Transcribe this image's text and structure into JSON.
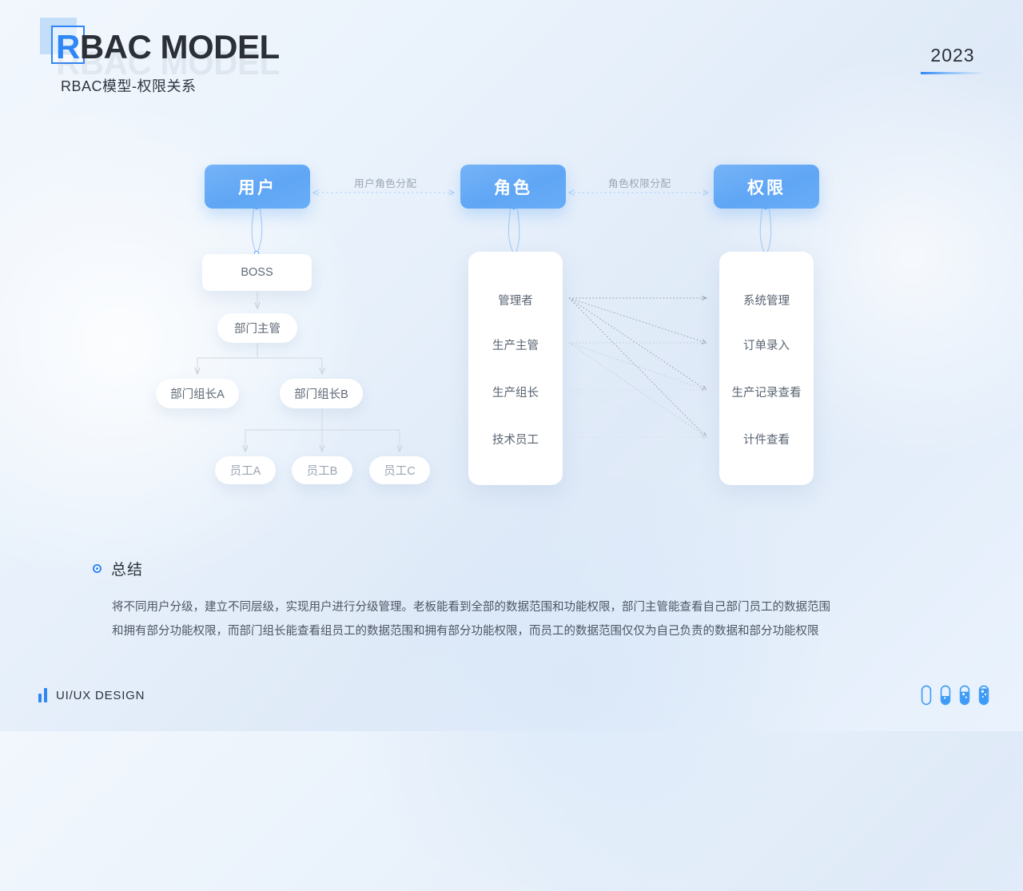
{
  "header": {
    "logo_letter": "R",
    "logo_rest": "BAC MODEL",
    "logo_ghost": "RBAC MODEL",
    "subtitle": "RBAC模型-权限关系",
    "year": "2023"
  },
  "diagram": {
    "top_boxes": [
      {
        "id": "user",
        "label": "用户"
      },
      {
        "id": "role",
        "label": "角色"
      },
      {
        "id": "perm",
        "label": "权限"
      }
    ],
    "link_labels": [
      {
        "id": "user-role",
        "label": "用户角色分配"
      },
      {
        "id": "role-perm",
        "label": "角色权限分配"
      }
    ],
    "user_tree": {
      "boss": "BOSS",
      "manager": "部门主管",
      "leader_a": "部门组长A",
      "leader_b": "部门组长B",
      "employee_a": "员工A",
      "employee_b": "员工B",
      "employee_c": "员工C"
    },
    "roles": [
      "管理者",
      "生产主管",
      "生产组长",
      "技术员工"
    ],
    "permissions": [
      "系统管理",
      "订单录入",
      "生产记录查看",
      "计件查看"
    ],
    "role_permission_map": [
      {
        "role": "管理者",
        "permissions": [
          "系统管理",
          "订单录入",
          "生产记录查看",
          "计件查看"
        ]
      },
      {
        "role": "生产主管",
        "permissions": [
          "订单录入",
          "生产记录查看",
          "计件查看"
        ]
      },
      {
        "role": "生产组长",
        "permissions": [
          "生产记录查看",
          "计件查看"
        ]
      },
      {
        "role": "技术员工",
        "permissions": [
          "计件查看"
        ]
      }
    ]
  },
  "summary": {
    "title": "总结",
    "line1": "将不同用户分级，建立不同层级，实现用户进行分级管理。老板能看到全部的数据范围和功能权限，部门主管能查看自己部门员工的数据范围",
    "line2": "和拥有部分功能权限，而部门组长能查看组员工的数据范围和拥有部分功能权限，而员工的数据范围仅仅为自己负责的数据和部分功能权限"
  },
  "footer": {
    "label": "UI/UX DESIGN",
    "tube_fill_levels": [
      0,
      40,
      66,
      90
    ]
  },
  "colors": {
    "accent": "#2f86f6",
    "box_blue": "#5fa6f5",
    "background": "#e8f1fb",
    "text_dark": "#2b323c",
    "text_muted": "#9aa6b4"
  }
}
